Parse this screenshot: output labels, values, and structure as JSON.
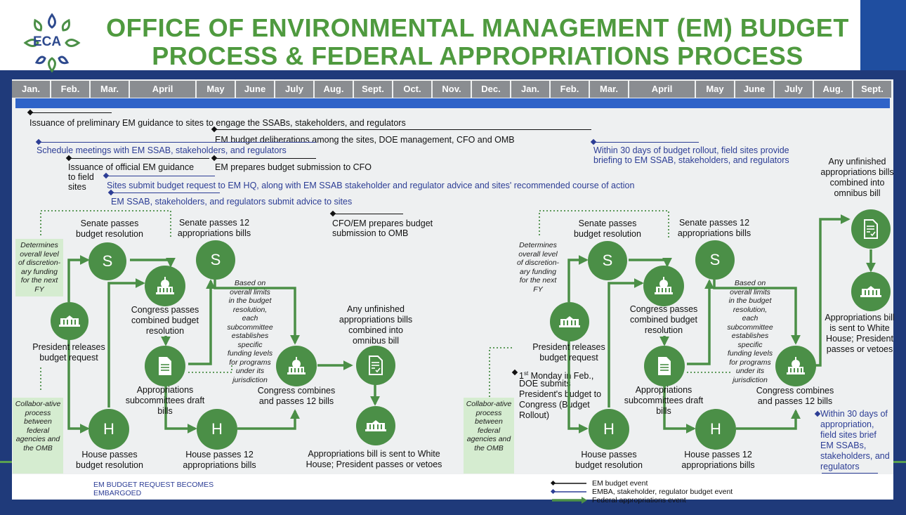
{
  "title": {
    "line1": "OFFICE OF ENVIRONMENTAL MANAGEMENT (EM) BUDGET",
    "line2": "PROCESS & FEDERAL APPROPRIATIONS PROCESS"
  },
  "logo": {
    "text": "ECA",
    "icon": "eca-logo-icon"
  },
  "months": [
    "Jan.",
    "Feb.",
    "Mar.",
    "April",
    "May",
    "June",
    "July",
    "Aug.",
    "Sept.",
    "Oct.",
    "Nov.",
    "Dec.",
    "Jan.",
    "Feb.",
    "Mar.",
    "April",
    "May",
    "June",
    "July",
    "Aug.",
    "Sept."
  ],
  "timeline": {
    "prelim_guidance": "Issuance of preliminary EM guidance to sites to engage the SSABs, stakeholders, and regulators",
    "deliberations": "EM budget deliberations among the sites, DOE management, CFO and OMB",
    "schedule_meetings": "Schedule meetings with EM SSAB, stakeholders, and regulators",
    "within_30_line1": "Within 30 days of budget rollout, field sites provide",
    "within_30_line2": "briefing to EM SSAB, stakeholders, and regulators",
    "official_guidance_line1": "Issuance of official EM guidance",
    "official_guidance_line2": "to field",
    "official_guidance_line3": "sites",
    "prepares_submission": "EM prepares budget submission to CFO",
    "sites_submit": "Sites submit budget request to EM HQ, along with EM SSAB stakeholder and regulator advice and sites' recommended course of action",
    "ssab_advice": "EM SSAB, stakeholders, and regulators submit advice to sites",
    "cfo_line1": "CFO/EM prepares budget",
    "cfo_line2": "submission to OMB",
    "first_monday_line1": "1",
    "first_monday_sup": "st",
    "first_monday_line1b": " Monday in Feb.,",
    "first_monday_line2": "DOE submits",
    "first_monday_line3": "President's budget to",
    "first_monday_line4": "Congress (Budget",
    "first_monday_line5": "Rollout)",
    "right_within_30": "Within 30 days of appropriation, field sites brief EM SSABs, stakeholders, and regulators"
  },
  "flow_left": {
    "determines": "Determines overall level of discretion-ary funding for the next FY",
    "collaborative": "Collabor-ative process between federal agencies and the OMB",
    "president": "President releases budget request",
    "senate_resolution": "Senate passes budget resolution",
    "house_resolution": "House passes budget resolution",
    "congress_combined": "Congress passes combined budget resolution",
    "subcommittees": "Appropriations subcommittees draft bills",
    "based_on": "Based on overall limits in the budget resolution, each subcommittee establishes specific funding levels for programs under its jurisdiction",
    "senate_12": "Senate passes 12 appropriations bills",
    "house_12": "House passes 12 appropriations bills",
    "congress_12": "Congress combines and passes 12 bills",
    "unfinished": "Any unfinished appropriations bills combined into omnibus bill",
    "sent_white_house": "Appropriations bill is sent to White House; President passes or vetoes"
  },
  "flow_right": {
    "determines": "Determines overall level of discretion-ary funding for the next FY",
    "collaborative": "Collabor-ative process between federal agencies and the OMB",
    "president": "President releases budget request",
    "senate_resolution": "Senate passes budget resolution",
    "house_resolution": "House passes budget resolution",
    "congress_combined": "Congress passes combined budget resolution",
    "subcommittees": "Appropriations subcommittees draft bills",
    "based_on": "Based on overall limits in the budget resolution, each subcommittee establishes specific funding levels for programs under its jurisdiction",
    "senate_12": "Senate passes 12 appropriations bills",
    "house_12": "House passes 12 appropriations bills",
    "congress_12": "Congress combines and passes 12 bills",
    "unfinished": "Any unfinished appropriations bills combined into omnibus bill",
    "sent_white_house": "Appropriations bill is sent to White House; President passes or vetoes"
  },
  "circle_letters": {
    "senate": "S",
    "house": "H"
  },
  "embargo": {
    "line1": "EM BUDGET REQUEST BECOMES",
    "line2": "EMBARGOED"
  },
  "legend": {
    "em_event": "EM budget event",
    "emba_event": "EMBA, stakeholder, regulator budget event",
    "federal_event": "Federal appropriations event"
  },
  "colors": {
    "green": "#4b8f47",
    "blue_text": "#2c3d95",
    "title_green": "#4f9a3f",
    "band_blue": "#2f63c8",
    "month_gray": "#8a8d91",
    "note_bg": "#d5ecd0"
  }
}
